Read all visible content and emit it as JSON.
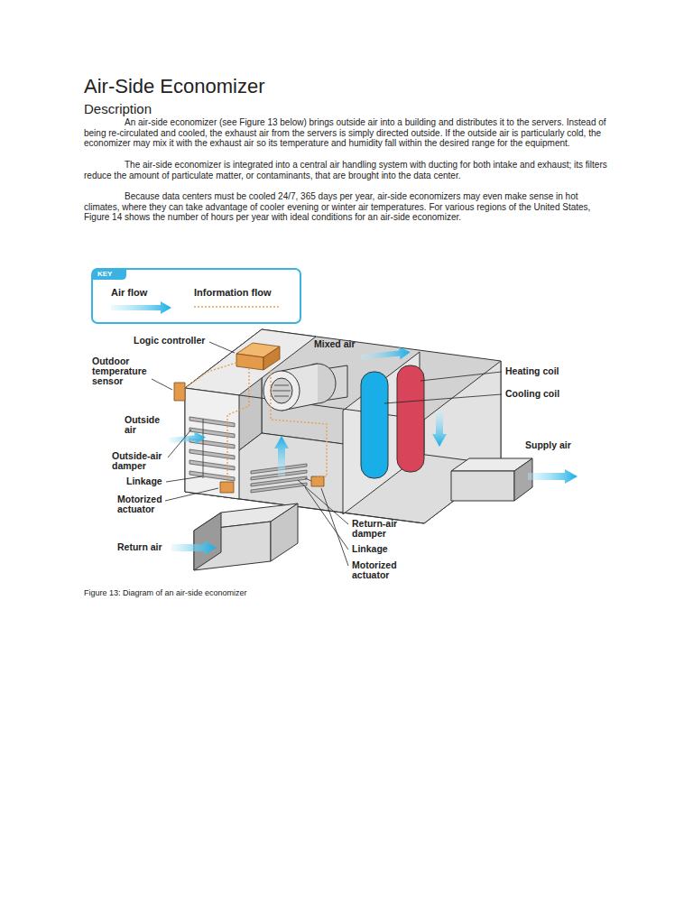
{
  "diagram": {
    "title": "Air-Side Economizer",
    "caption": "Figure 13: Diagram of an air-side economizer",
    "labels": [
      "Description",
      "An air-side economizer (see Figure 13 below) brings outside air into a building and distributes it to the servers. Instead of being re-circulated and cooled, the exhaust air from the servers is simply directed outside. If the outside air is particularly cold, the economizer may mix it with the exhaust air so its temperature and humidity fall within the desired range for the equipment.",
      "The air-side economizer is integrated into a central air handling system with ducting for both intake and exhaust; its filters reduce the amount of particulate matter, or contaminants, that are brought into the data center.",
      "Because data centers must be cooled 24/7, 365 days per year, air-side economizers may even make sense in hot climates, where they can take advantage of cooler evening or winter air temperatures. For various regions of the United States, Figure 14 shows the number of hours per year with ideal conditions for an air-side economizer.",
      "KEY",
      "Logic controller",
      "Outdoor temperature sensor",
      "Outside air",
      "Outside-air damper",
      "Linkage",
      "Motorized actuator",
      "Return air",
      "Mixed air",
      "Heating coil",
      "Cooling coil",
      "Supply air",
      "Return-air damper",
      "Linkage",
      "Motorized actuator"
    ],
    "legend": [
      {
        "text": "Air flow"
      },
      {
        "text": "Information flow"
      }
    ]
  }
}
